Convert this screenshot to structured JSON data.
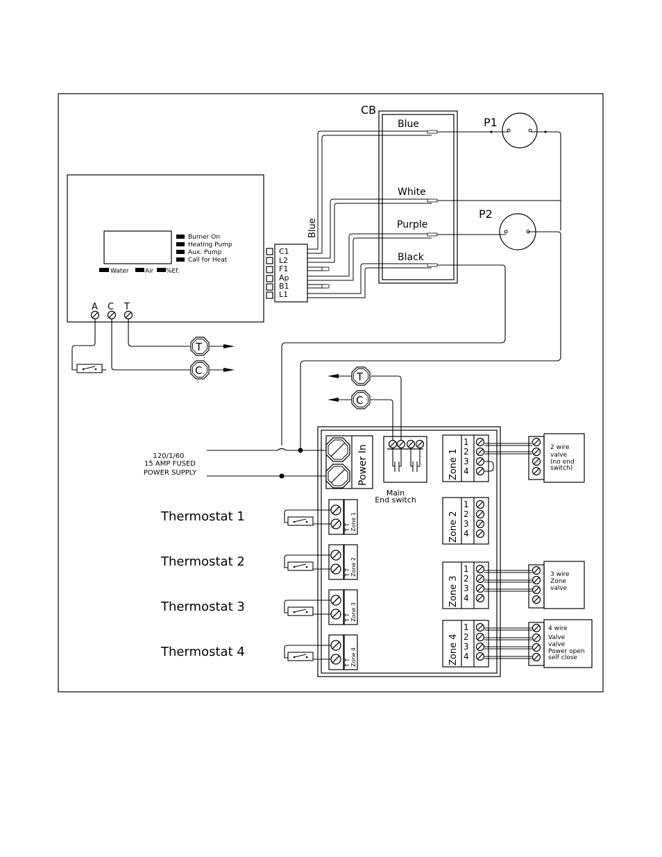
{
  "control": {
    "legend": [
      "Burner On",
      "Heating Pump",
      "Aux. Pump",
      "Call for Heat"
    ],
    "status": [
      "Water",
      "Air",
      "%Ef."
    ],
    "terminals_bottom": [
      "A",
      "C",
      "T"
    ],
    "terminal_block": [
      "C1",
      "L2",
      "F1",
      "Ap",
      "B1",
      "L1"
    ]
  },
  "cb": {
    "label": "CB",
    "wires": [
      "Blue",
      "White",
      "Purple",
      "Black"
    ],
    "blue_wire": "Blue"
  },
  "pumps": {
    "p1": "P1",
    "p2": "P2"
  },
  "symbols": {
    "thermostat": "T",
    "common": "C"
  },
  "power_supply": [
    "120/1/60",
    "15 AMP FUSED",
    "POWER SUPPLY"
  ],
  "relay_board": {
    "power_in": "Power In",
    "end_switch": [
      "Main",
      "End switch"
    ],
    "zones": [
      "Zone 1",
      "Zone 2",
      "Zone 3",
      "Zone 4"
    ],
    "zone_terminals": [
      "1",
      "2",
      "3",
      "4"
    ],
    "tt": "T T"
  },
  "thermostats": [
    "Thermostat 1",
    "Thermostat 2",
    "Thermostat 3",
    "Thermostat 4"
  ],
  "valves": {
    "v1": [
      "2 wire",
      "valve",
      "(no end",
      "switch)"
    ],
    "v3": [
      "3 wire",
      "Zone",
      "valve"
    ],
    "v4": [
      "4 wire",
      "Valve",
      "valve",
      "Power open",
      "self close"
    ]
  }
}
